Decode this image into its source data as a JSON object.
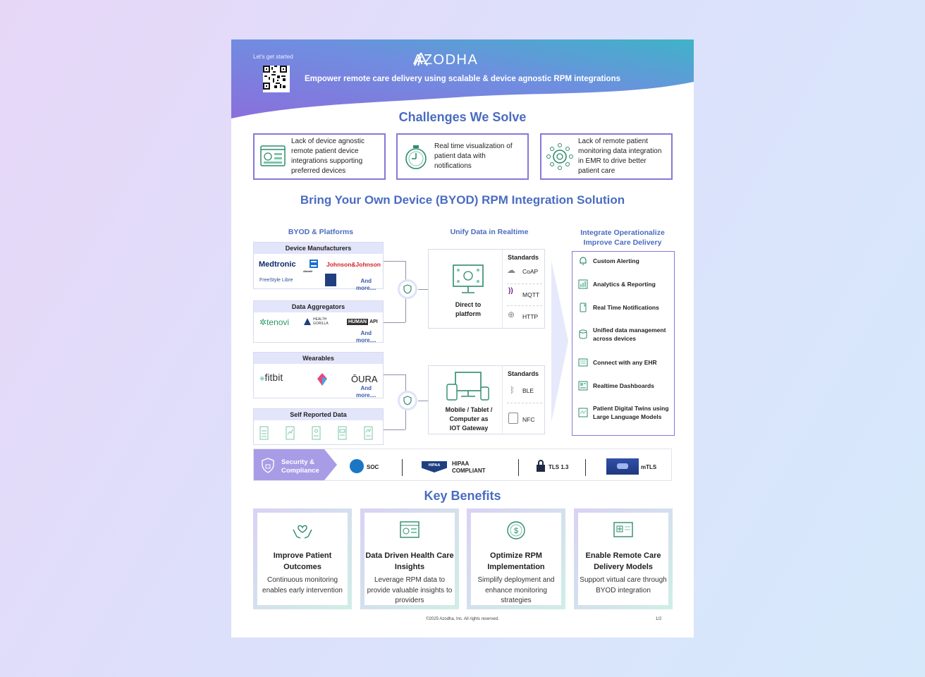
{
  "header": {
    "lets_get_started": "Let's get started",
    "logo_text": "AZODHA",
    "tagline": "Empower remote care delivery using scalable & device agnostic RPM integrations"
  },
  "challenges": {
    "title": "Challenges We Solve",
    "items": [
      {
        "text": "Lack of device agnostic remote patient device integrations supporting preferred devices",
        "icon": "dashboard-devices-icon"
      },
      {
        "text": "Real time visualization of patient data with notifications",
        "icon": "stopwatch-icon"
      },
      {
        "text": "Lack of remote patient monitoring data integration in EMR to drive better patient care",
        "icon": "gear-network-icon"
      }
    ]
  },
  "solution": {
    "title": "Bring Your Own Device (BYOD) RPM Integration Solution",
    "col1_title": "BYOD & Platforms",
    "col2_title": "Unify Data in Realtime",
    "col3_title_line1": "Integrate Operationalize",
    "col3_title_line2": "Improve Care Delivery",
    "device_manufacturers": {
      "header": "Device Manufacturers",
      "logos": [
        "Medtronic",
        "Abbott",
        "Johnson&Johnson",
        "FreeStyle Libre"
      ],
      "more_line1": "And",
      "more_line2": "more...."
    },
    "data_aggregators": {
      "header": "Data Aggregators",
      "logos": [
        "tenovi",
        "HEALTH",
        "GORILLA",
        "HUMAN",
        "API"
      ],
      "more_line1": "And",
      "more_line2": "more...."
    },
    "wearables": {
      "header": "Wearables",
      "logos": [
        "fitbit",
        "ŌURA"
      ],
      "more_line1": "And",
      "more_line2": "more...."
    },
    "self_reported": {
      "header": "Self Reported Data"
    },
    "platform1": {
      "label_line1": "Direct to",
      "label_line2": "platform",
      "standards_title": "Standards",
      "standards": [
        "CoAP",
        "MQTT",
        "HTTP"
      ]
    },
    "platform2": {
      "label_line1": "Mobile  / Tablet /",
      "label_line2": "Computer as",
      "label_line3": "IOT Gateway",
      "standards_title": "Standards",
      "standards": [
        "BLE",
        "NFC"
      ]
    },
    "outcomes": [
      {
        "label": "Custom Alerting",
        "icon": "bell-icon"
      },
      {
        "label": "Analytics & Reporting",
        "icon": "chart-icon"
      },
      {
        "label": "Real Time Notifications",
        "icon": "phone-notification-icon"
      },
      {
        "label": "Unified data management across devices",
        "icon": "database-icon"
      },
      {
        "label": "Connect with any EHR",
        "icon": "ehr-icon"
      },
      {
        "label": "Realtime Dashboards",
        "icon": "dashboard-icon"
      },
      {
        "label": "Patient Digital Twins using Large Language Models",
        "icon": "ai-model-icon"
      }
    ]
  },
  "security": {
    "label_line1": "Security &",
    "label_line2": "Compliance",
    "soc": "SOC",
    "hipaa_line1": "HIPAA",
    "hipaa_line2": "COMPLIANT",
    "hipaa_badge": "HIPAA",
    "tls": "TLS 1.3",
    "mtls": "mTLS"
  },
  "benefits": {
    "title": "Key Benefits",
    "items": [
      {
        "title": "Improve Patient Outcomes",
        "desc": "Continuous monitoring enables early intervention",
        "icon": "hands-heart-icon"
      },
      {
        "title": "Data Driven Health Care Insights",
        "desc": "Leverage RPM data to provide valuable insights to providers",
        "icon": "analytics-screen-icon"
      },
      {
        "title": "Optimize RPM Implementation",
        "desc": "Simplify deployment and enhance monitoring strategies",
        "icon": "dollar-cycle-icon"
      },
      {
        "title": "Enable Remote Care Delivery Models",
        "desc": "Support virtual care through BYOD integration",
        "icon": "medical-screen-icon"
      }
    ]
  },
  "footer": {
    "copyright": "©2025 Azodha, Inc. All rights reserved.",
    "page": "1/2"
  },
  "colors": {
    "accent": "#4a6cc0",
    "purple_border": "#8a77d6",
    "header_gradient_start": "#8a6fdc",
    "header_gradient_end": "#3fb3c8"
  }
}
